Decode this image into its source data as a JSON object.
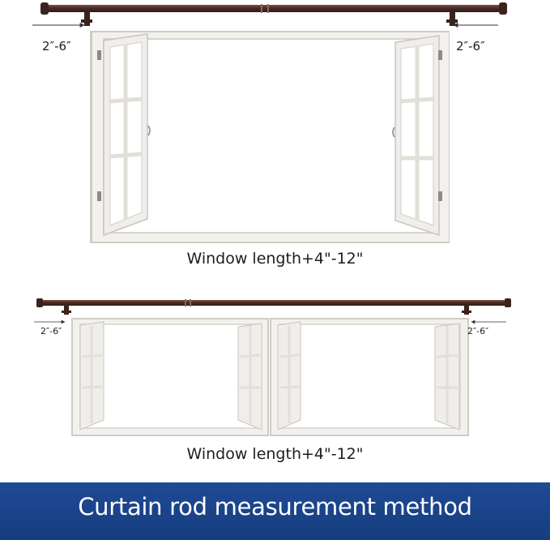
{
  "diagram": {
    "top": {
      "gap_left": "2″-6″",
      "gap_right": "2″-6″",
      "caption": "Window length+4\"-12\""
    },
    "bottom": {
      "gap_left": "2″-6″",
      "gap_right": "2″-6″",
      "caption": "Window length+4\"-12\""
    }
  },
  "banner": {
    "text": "Curtain rod measurement method"
  },
  "colors": {
    "rod": "#4a2c24",
    "frame": "#f2f1ee",
    "frame_shadow": "#cfccc5",
    "banner": "#1b4589"
  }
}
